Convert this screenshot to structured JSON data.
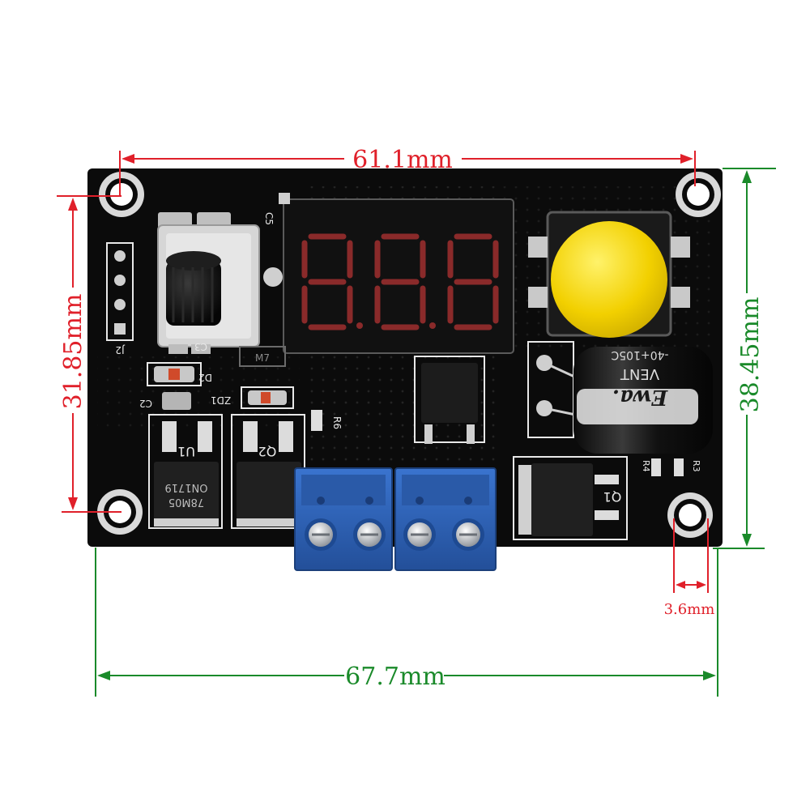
{
  "dimensions": {
    "top_width": "61.1mm",
    "left_height": "31.85mm",
    "right_height": "38.45mm",
    "bottom_width": "67.7mm",
    "hole_diameter": "3.6mm"
  },
  "colors": {
    "pcb": "#0b0b0b",
    "red_dimension": "#e0202a",
    "green_dimension": "#1a8a2a",
    "terminal_blue": "#2f63b8",
    "button_yellow": "#f2d000",
    "display_red": "#c62a2a"
  },
  "board_labels": {
    "c5": "C5",
    "j2": "J2",
    "c3": "C3",
    "m7": "M7",
    "d2": "D2",
    "zd1": "ZD1",
    "c2": "C2",
    "r6": "R6",
    "u1": "U1",
    "q2": "Q2",
    "q1": "Q1",
    "r4": "R4",
    "r3": "R3"
  },
  "component_markings": {
    "regulator_part": "78M05",
    "regulator_code": "ON1719",
    "relay_brand": "Ewa.",
    "relay_vent": "VENT",
    "relay_rating": "-40+105C"
  }
}
